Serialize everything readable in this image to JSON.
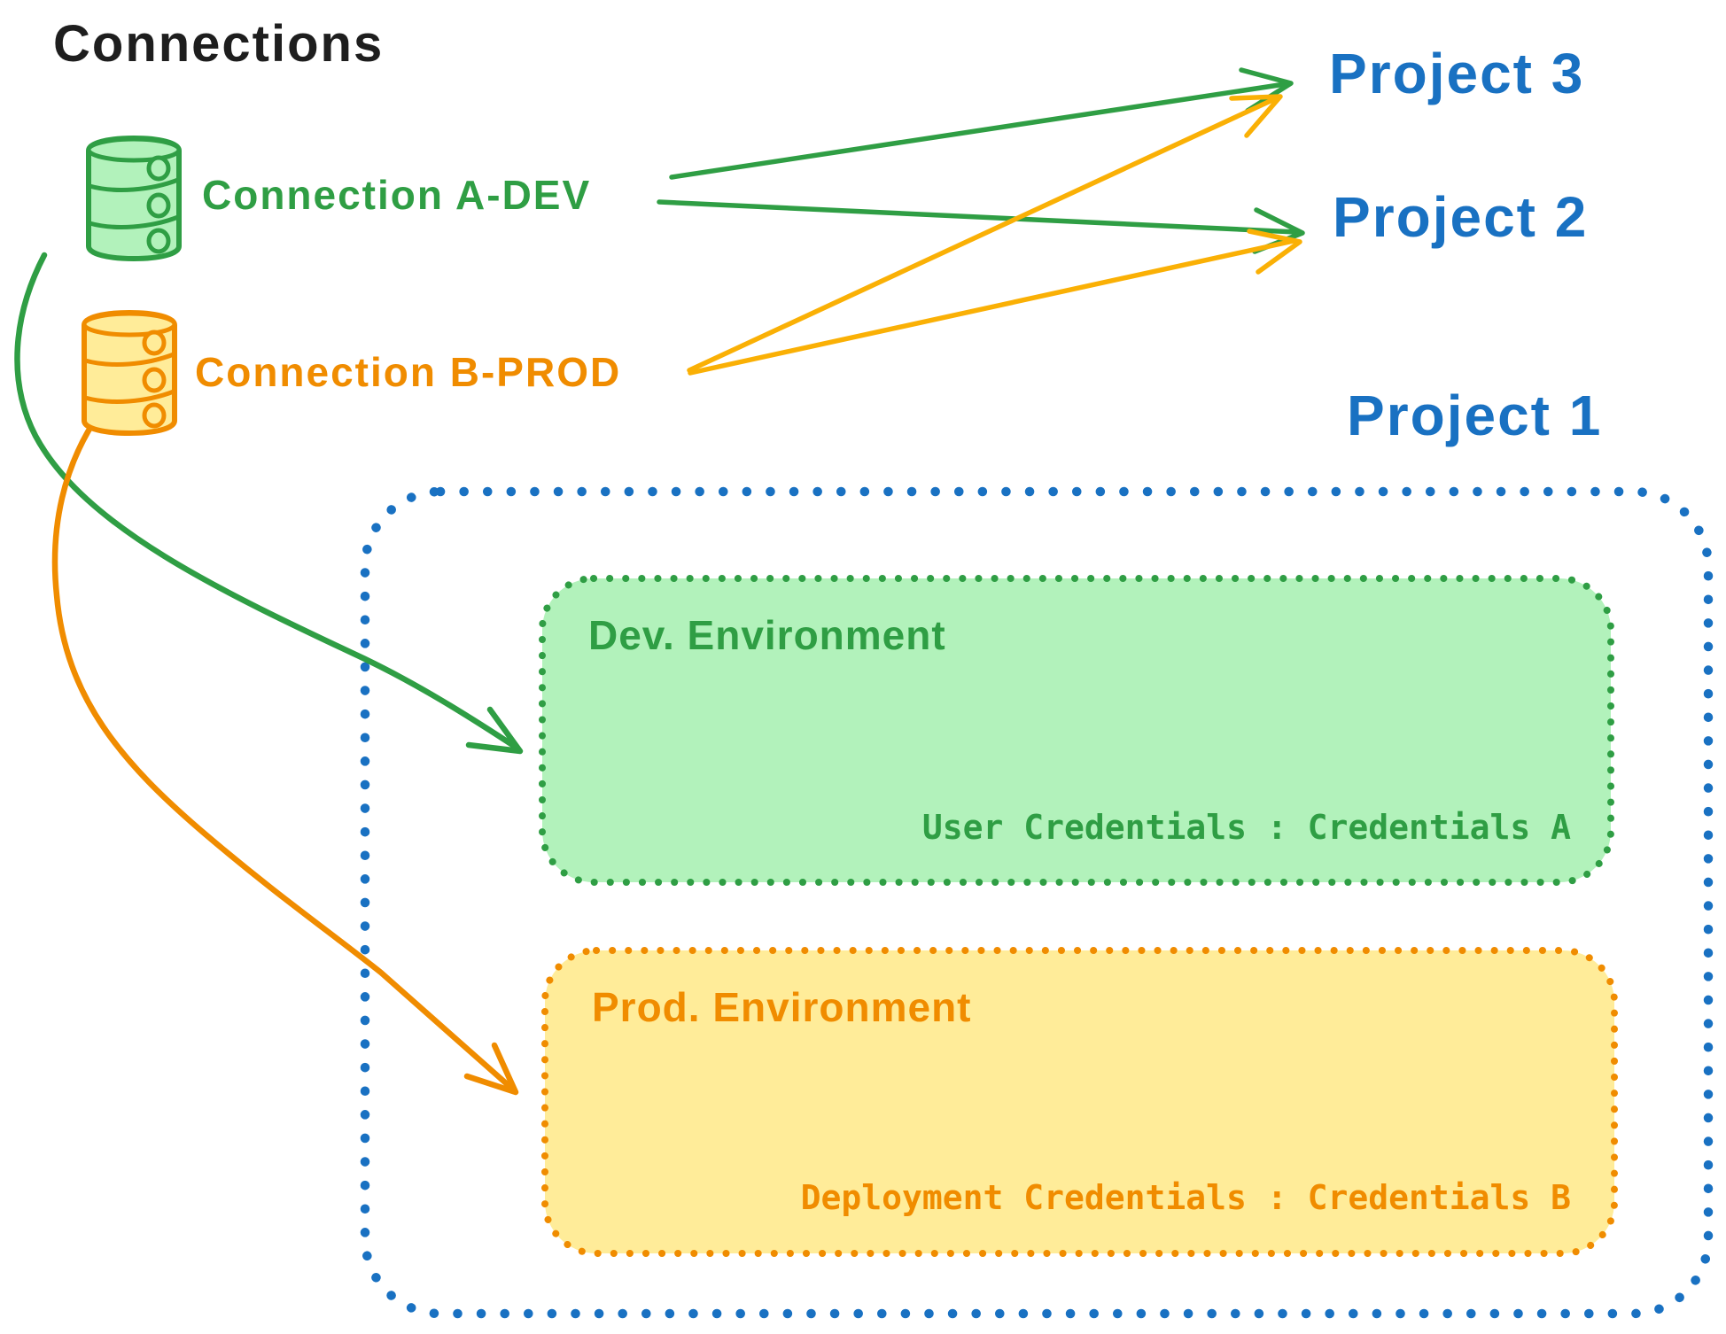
{
  "diagram": {
    "title": "Connections",
    "connections": [
      {
        "id": "a-dev",
        "label": "Connection A-DEV",
        "stroke": "#2f9e44",
        "fill": "#b2f2bb"
      },
      {
        "id": "b-prod",
        "label": "Connection B-PROD",
        "stroke": "#f08c00",
        "fill": "#ffec99"
      }
    ],
    "projects": [
      {
        "id": "project-3",
        "label": "Project 3"
      },
      {
        "id": "project-2",
        "label": "Project 2"
      },
      {
        "id": "project-1",
        "label": "Project 1"
      }
    ],
    "project1_detail": {
      "environments": [
        {
          "id": "dev",
          "title": "Dev. Environment",
          "credentials": "User Credentials : Credentials A"
        },
        {
          "id": "prod",
          "title": "Prod. Environment",
          "credentials": "Deployment Credentials : Credentials B"
        }
      ]
    },
    "edges": [
      {
        "from": "Connection A-DEV",
        "to": "Project 3"
      },
      {
        "from": "Connection A-DEV",
        "to": "Project 2"
      },
      {
        "from": "Connection B-PROD",
        "to": "Project 3"
      },
      {
        "from": "Connection B-PROD",
        "to": "Project 2"
      },
      {
        "from": "Connection A-DEV",
        "to": "Dev. Environment (Project 1)"
      },
      {
        "from": "Connection B-PROD",
        "to": "Prod. Environment (Project 1)"
      }
    ],
    "colors": {
      "dev_stroke": "#2f9e44",
      "dev_fill": "#b2f2bb",
      "prod_stroke": "#f08c00",
      "prod_fill": "#ffec99",
      "project_blue": "#1971c2",
      "title_black": "#1e1e1e"
    }
  }
}
